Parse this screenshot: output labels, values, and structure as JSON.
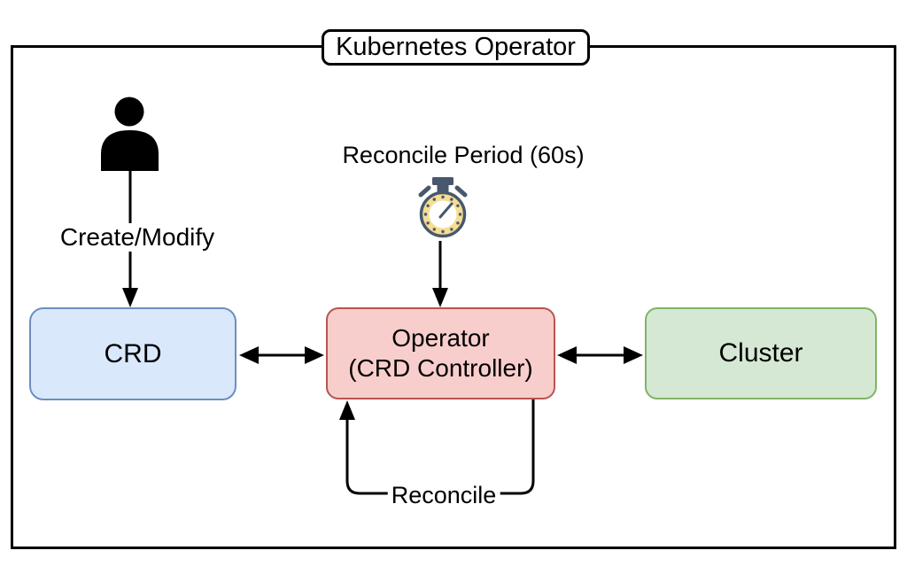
{
  "title": "Kubernetes Operator",
  "nodes": {
    "crd": {
      "label": "CRD",
      "fill": "#dae8fc",
      "stroke": "#6c8ebf"
    },
    "operator": {
      "label": "Operator",
      "sublabel": "(CRD Controller)",
      "fill": "#f8cecc",
      "stroke": "#b85450"
    },
    "cluster": {
      "label": "Cluster",
      "fill": "#d5e8d4",
      "stroke": "#82b366"
    }
  },
  "labels": {
    "create_modify": "Create/Modify",
    "reconcile_period": "Reconcile Period (60s)",
    "reconcile": "Reconcile"
  },
  "edges": [
    {
      "from": "user-icon",
      "to": "crd",
      "label": "Create/Modify",
      "direction": "one-way-down"
    },
    {
      "from": "crd",
      "to": "operator",
      "direction": "two-way"
    },
    {
      "from": "operator",
      "to": "cluster",
      "direction": "two-way"
    },
    {
      "from": "stopwatch-icon",
      "to": "operator",
      "label": "Reconcile Period (60s)",
      "direction": "one-way-down"
    },
    {
      "from": "operator",
      "to": "operator",
      "label": "Reconcile",
      "direction": "self-loop"
    }
  ],
  "icons": {
    "user": "user-silhouette",
    "stopwatch": "stopwatch-timer"
  },
  "colors": {
    "line": "#000000",
    "background": "#ffffff",
    "stopwatch_dark": "#47586d",
    "stopwatch_yellow": "#f5dd92",
    "stopwatch_face": "#ffffff"
  }
}
